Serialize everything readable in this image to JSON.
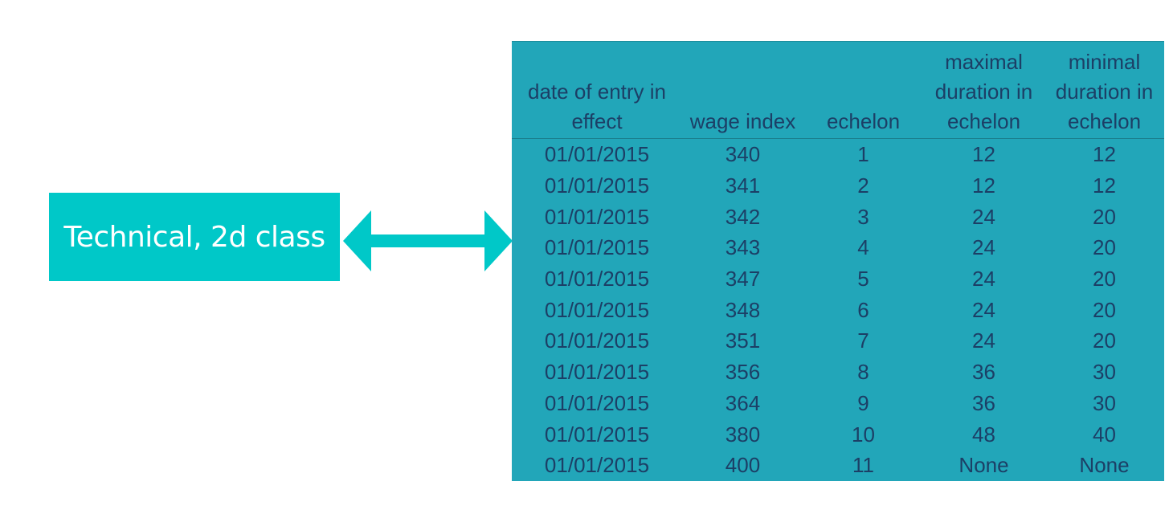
{
  "label": {
    "text": "Technical, 2d class"
  },
  "colors": {
    "label_bg": "#00c8c8",
    "arrow": "#00c8c8",
    "table_bg": "#22a6b9",
    "table_text": "#1c3f66"
  },
  "table": {
    "headers": [
      "date of entry in effect",
      "wage index",
      "echelon",
      "maximal duration in echelon",
      "minimal duration in echelon"
    ],
    "rows": [
      [
        "01/01/2015",
        "340",
        "1",
        "12",
        "12"
      ],
      [
        "01/01/2015",
        "341",
        "2",
        "12",
        "12"
      ],
      [
        "01/01/2015",
        "342",
        "3",
        "24",
        "20"
      ],
      [
        "01/01/2015",
        "343",
        "4",
        "24",
        "20"
      ],
      [
        "01/01/2015",
        "347",
        "5",
        "24",
        "20"
      ],
      [
        "01/01/2015",
        "348",
        "6",
        "24",
        "20"
      ],
      [
        "01/01/2015",
        "351",
        "7",
        "24",
        "20"
      ],
      [
        "01/01/2015",
        "356",
        "8",
        "36",
        "30"
      ],
      [
        "01/01/2015",
        "364",
        "9",
        "36",
        "30"
      ],
      [
        "01/01/2015",
        "380",
        "10",
        "48",
        "40"
      ],
      [
        "01/01/2015",
        "400",
        "11",
        "None",
        "None"
      ]
    ]
  }
}
